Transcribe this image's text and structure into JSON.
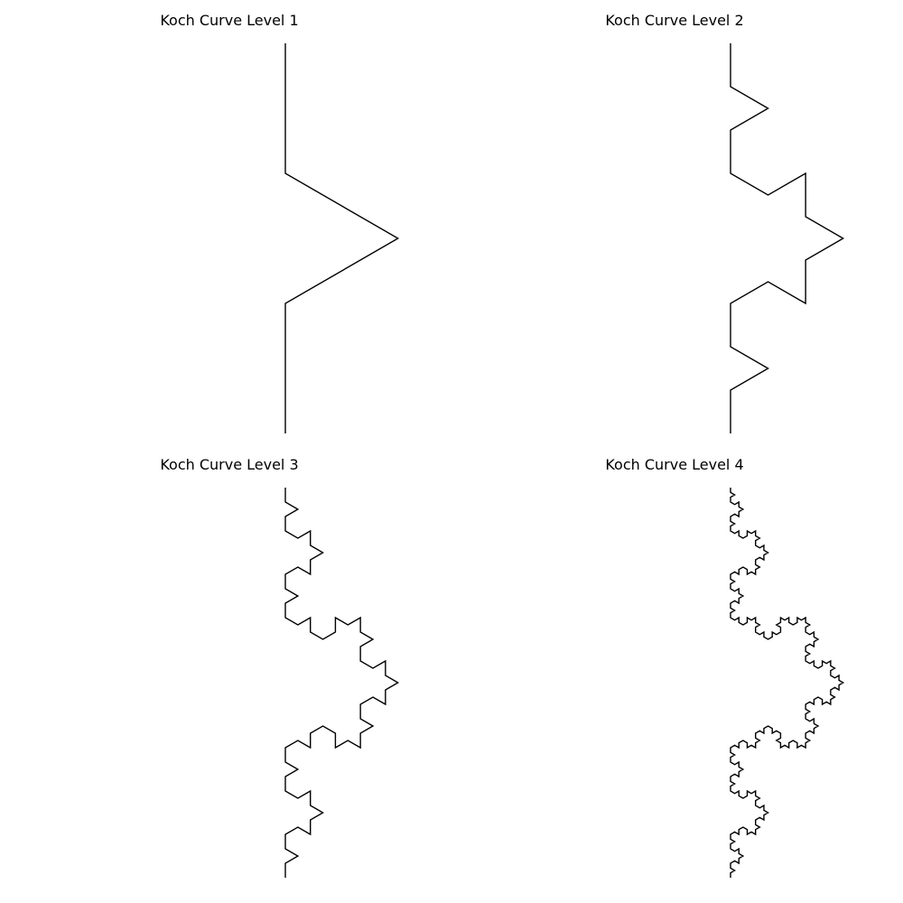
{
  "panels": [
    {
      "title": "Koch Curve Level 1",
      "level": 1
    },
    {
      "title": "Koch Curve Level 2",
      "level": 2
    },
    {
      "title": "Koch Curve Level 3",
      "level": 3
    },
    {
      "title": "Koch Curve Level 4",
      "level": 4
    }
  ],
  "style": {
    "line_color": "#000000",
    "background": "#ffffff"
  }
}
